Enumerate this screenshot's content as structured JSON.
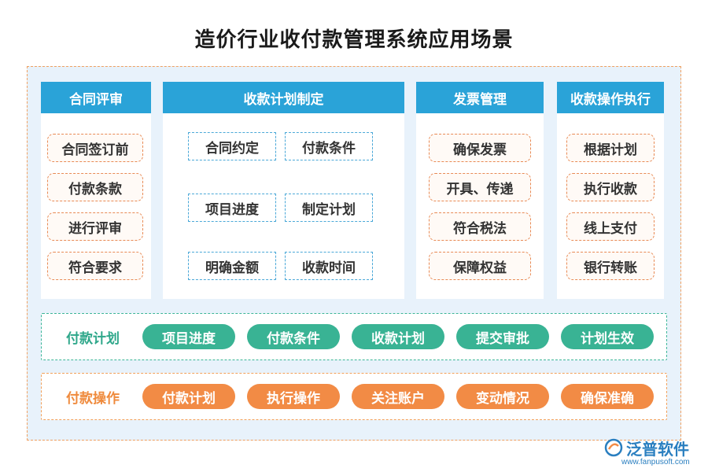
{
  "title": "造价行业收付款管理系统应用场景",
  "columns": [
    {
      "header": "合同评审",
      "items": [
        "合同签订前",
        "付款条款",
        "进行评审",
        "符合要求"
      ]
    },
    {
      "header": "收款计划制定",
      "items": [
        "合同约定",
        "付款条件",
        "项目进度",
        "制定计划",
        "明确金额",
        "收款时间"
      ]
    },
    {
      "header": "发票管理",
      "items": [
        "确保发票",
        "开具、传递",
        "符合税法",
        "保障权益"
      ]
    },
    {
      "header": "收款操作执行",
      "items": [
        "根据计划",
        "执行收款",
        "线上支付",
        "银行转账"
      ]
    }
  ],
  "bands": [
    {
      "label": "付款计划",
      "chips": [
        "项目进度",
        "付款条件",
        "收款计划",
        "提交审批",
        "计划生效"
      ]
    },
    {
      "label": "付款操作",
      "chips": [
        "付款计划",
        "执行操作",
        "关注账户",
        "变动情况",
        "确保准确"
      ]
    }
  ],
  "logo": {
    "name": "泛普软件",
    "url": "www.fanpusoft.com"
  },
  "colors": {
    "header_blue": "#2aa3d8",
    "green": "#39b394",
    "orange": "#f28b45",
    "frame_bg": "#e8f2fb"
  }
}
